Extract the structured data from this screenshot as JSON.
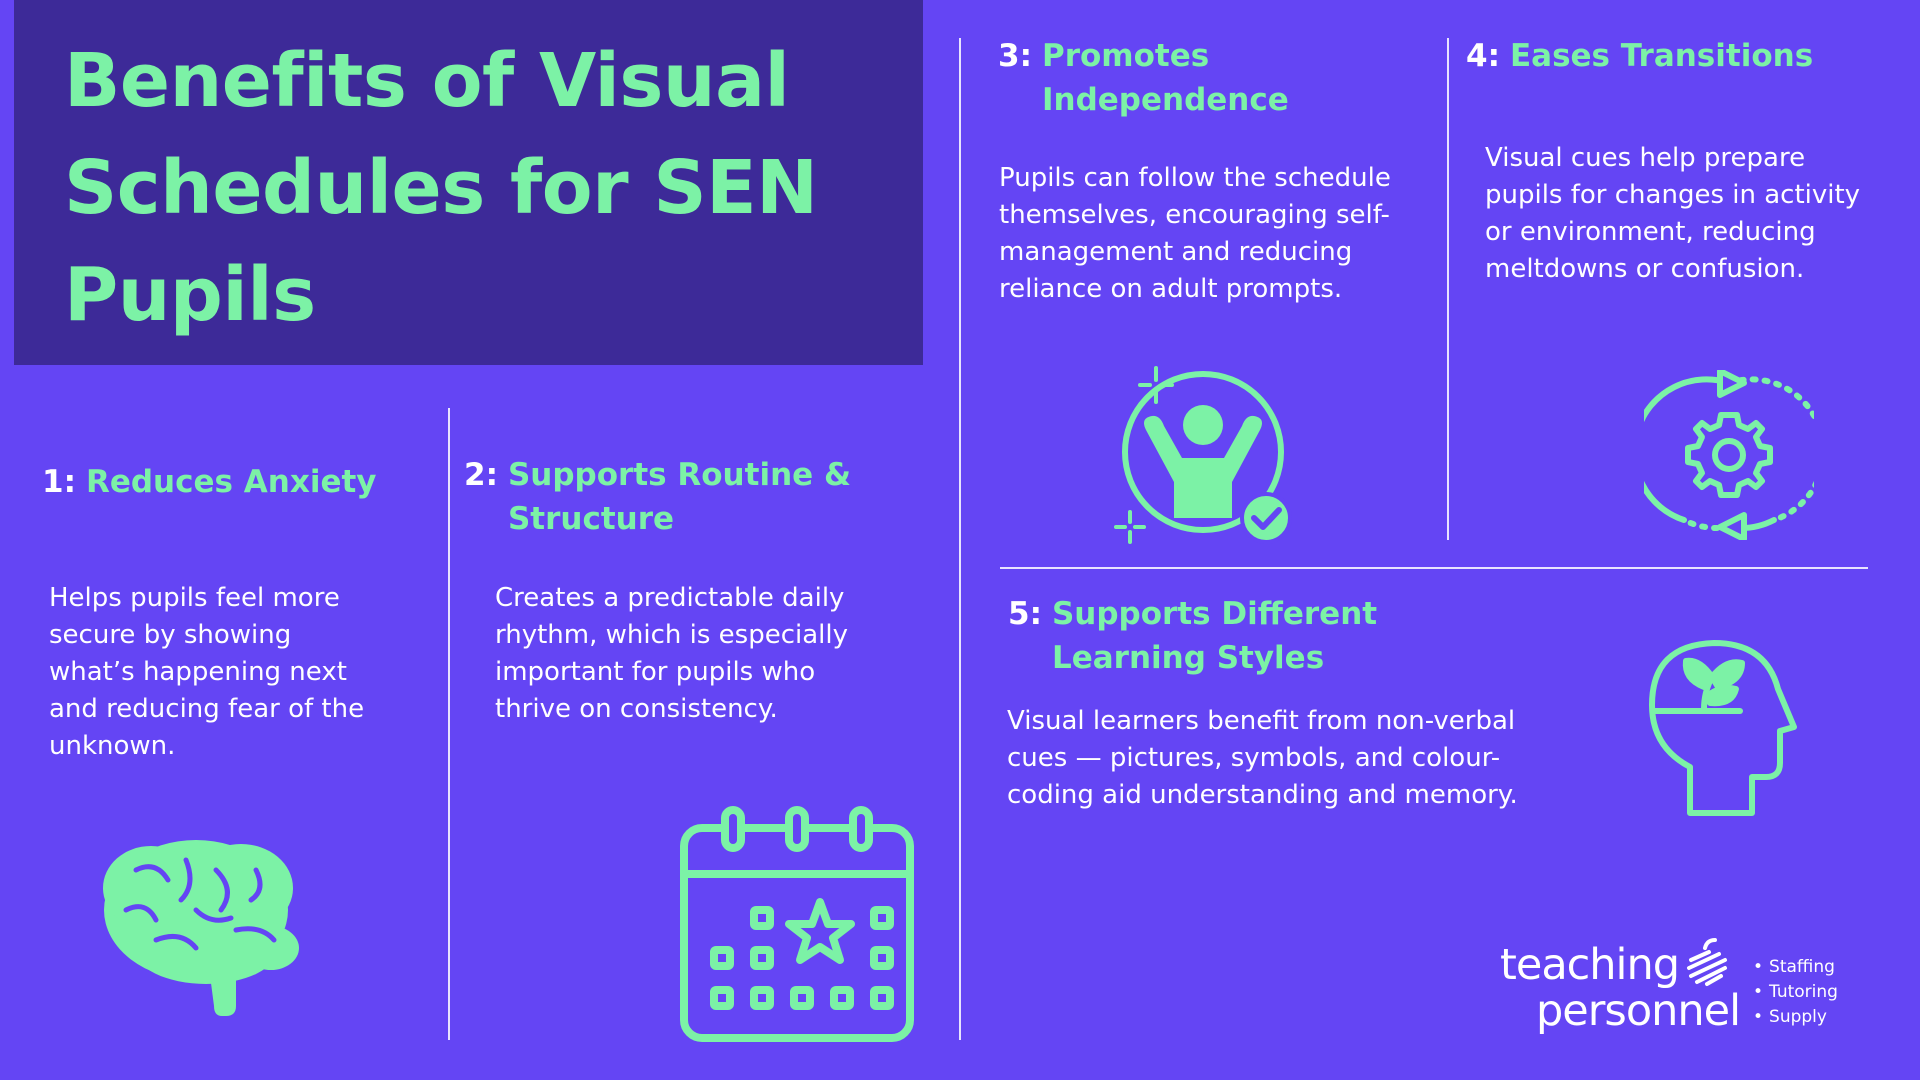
{
  "title": "Benefits of Visual Schedules for SEN Pupils",
  "sections": [
    {
      "number": "1:",
      "title": "Reduces Anxiety",
      "body": "Helps pupils feel more secure by showing what’s happening next and reducing fear of the unknown.",
      "icon": "brain-icon"
    },
    {
      "number": "2:",
      "title": "Supports Routine & Structure",
      "body": "Creates a predictable daily rhythm, which is especially important for pupils who thrive on consistency.",
      "icon": "calendar-star-icon"
    },
    {
      "number": "3:",
      "title": "Promotes Independence",
      "body": "Pupils can follow the schedule themselves, encouraging self-management and reducing reliance on adult prompts.",
      "icon": "person-check-icon"
    },
    {
      "number": "4:",
      "title": "Eases Transitions",
      "body": "Visual cues help prepare pupils for changes in activity or environment, reducing meltdowns or confusion.",
      "icon": "gear-cycle-icon"
    },
    {
      "number": "5:",
      "title": "Supports Different Learning Styles",
      "body": "Visual learners benefit from non-verbal cues — pictures, symbols, and colour-coding aid understanding and memory.",
      "icon": "head-plant-icon"
    }
  ],
  "logo": {
    "line1": "teaching",
    "line2": "personnel",
    "services": [
      "Staffing",
      "Tutoring",
      "Supply"
    ]
  },
  "colors": {
    "background": "#6445F4",
    "title_panel": "#3D2A98",
    "accent": "#7CF2A6",
    "text": "#FFFFFF"
  }
}
